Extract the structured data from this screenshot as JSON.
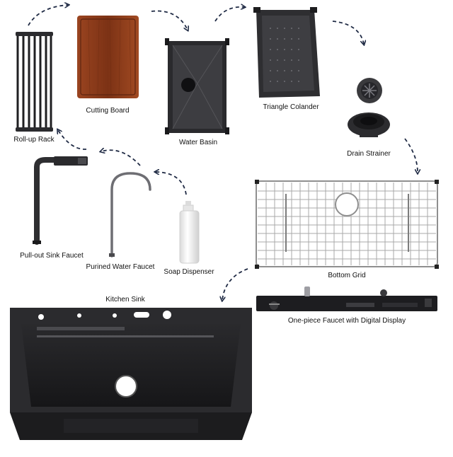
{
  "colors": {
    "steel_dark": "#1f1f21",
    "steel_mid": "#3a3a3d",
    "steel_light": "#6b6b70",
    "wood": "#8c3b1c",
    "wood_dark": "#5e2410",
    "grid_wire": "#9a9a9a",
    "arrow": "#1f2a44",
    "soap": "#f2f2f2"
  },
  "components": [
    {
      "id": "rollup-rack",
      "label": "Roll-up Rack",
      "icon": "rollup-rack-icon"
    },
    {
      "id": "cutting-board",
      "label": "Cutting Board",
      "icon": "cutting-board-icon"
    },
    {
      "id": "water-basin",
      "label": "Water Basin",
      "icon": "water-basin-icon"
    },
    {
      "id": "triangle-colander",
      "label": "Triangle Colander",
      "icon": "colander-icon"
    },
    {
      "id": "drain-strainer",
      "label": "Drain Strainer",
      "icon": "drain-strainer-icon"
    },
    {
      "id": "bottom-grid",
      "label": "Bottom Grid",
      "icon": "bottom-grid-icon"
    },
    {
      "id": "soap-dispenser",
      "label": "Soap Dispenser",
      "icon": "soap-dispenser-icon"
    },
    {
      "id": "purified-faucet",
      "label": "Purined Water Faucet",
      "icon": "purified-faucet-icon"
    },
    {
      "id": "pullout-faucet",
      "label": "Pull-out Sink Faucet",
      "icon": "pullout-faucet-icon"
    },
    {
      "id": "kitchen-sink",
      "label": "Kitchen Sink",
      "icon": "kitchen-sink-icon"
    },
    {
      "id": "onepiece-faucet",
      "label": "One-piece Faucet with Digital Display",
      "icon": "digital-faucet-icon"
    }
  ]
}
